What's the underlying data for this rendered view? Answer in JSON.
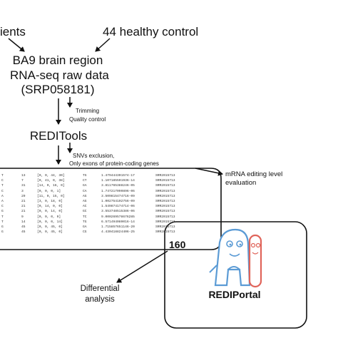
{
  "top": {
    "left_text": "ients",
    "right_text": "44 healthy control"
  },
  "data_node": {
    "line1": "BA9 brain region",
    "line2": "RNA-seq raw data",
    "line3": "(SRP058181)"
  },
  "step1": {
    "line1": "Trimming",
    "line2": "Quality control"
  },
  "tool": "REDITools",
  "step2": {
    "line1": "SNVs exclusion,",
    "line2": "Only exons of protein-coding genes"
  },
  "table_label": {
    "line1": "mRNA editing level",
    "line2": "evaluation"
  },
  "table_rows": [
    [
      "T",
      "13",
      "[0, 0, 44, 30]",
      "TG",
      "1.479444301574-17",
      "SRR2015713"
    ],
    [
      "C",
      "7",
      "[0, 41, 0, 38]",
      "CT",
      "1.107185501936-14",
      "SRR2015713"
    ],
    [
      "T",
      "31",
      "[14, 0, 16, 0]",
      "GA",
      "3.811765388246-05",
      "SRR2015713"
    ],
    [
      "C",
      "3",
      "[0, 0, 0, 1]",
      "CA",
      "1.747217090896-06",
      "SRR2015713"
    ],
    [
      "A",
      "29",
      "[11, 0, 15, 0]",
      "AG",
      "3.509815474716-09",
      "SRR2015713"
    ],
    [
      "A",
      "21",
      "[3, 0, 18, 0]",
      "AG",
      "1.002754102756-09",
      "SRR2015713"
    ],
    [
      "C",
      "21",
      "[0, 14, 0, 0]",
      "AC",
      "1.549874174714-06",
      "SRR2015713"
    ],
    [
      "G",
      "21",
      "[0, 0, 14, 0]",
      "GC",
      "3.553748515386-06",
      "SRR2015713"
    ],
    [
      "T",
      "9",
      "[0, 0, 0, 9]",
      "TC",
      "9.000269578676285",
      "SRR2015713"
    ],
    [
      "T",
      "14",
      "[0, 0, 0, 14]",
      "TG",
      "6.571494080016-14",
      "SRR2015713"
    ],
    [
      "G",
      "45",
      "[0, 0, 45, 0]",
      "GA",
      "1.715857651146-20",
      "SRR2015713"
    ],
    [
      "G",
      "45",
      "[0, 0, 45, 0]",
      "CG",
      "4.430418824406-25",
      "SRR2015713"
    ]
  ],
  "count": "160",
  "differential": {
    "line1": "Differential",
    "line2": "analysis"
  },
  "portal": "REDIPortal",
  "colors": {
    "mascot_blue": "#5b9bd5",
    "mascot_red": "#e0645a"
  }
}
